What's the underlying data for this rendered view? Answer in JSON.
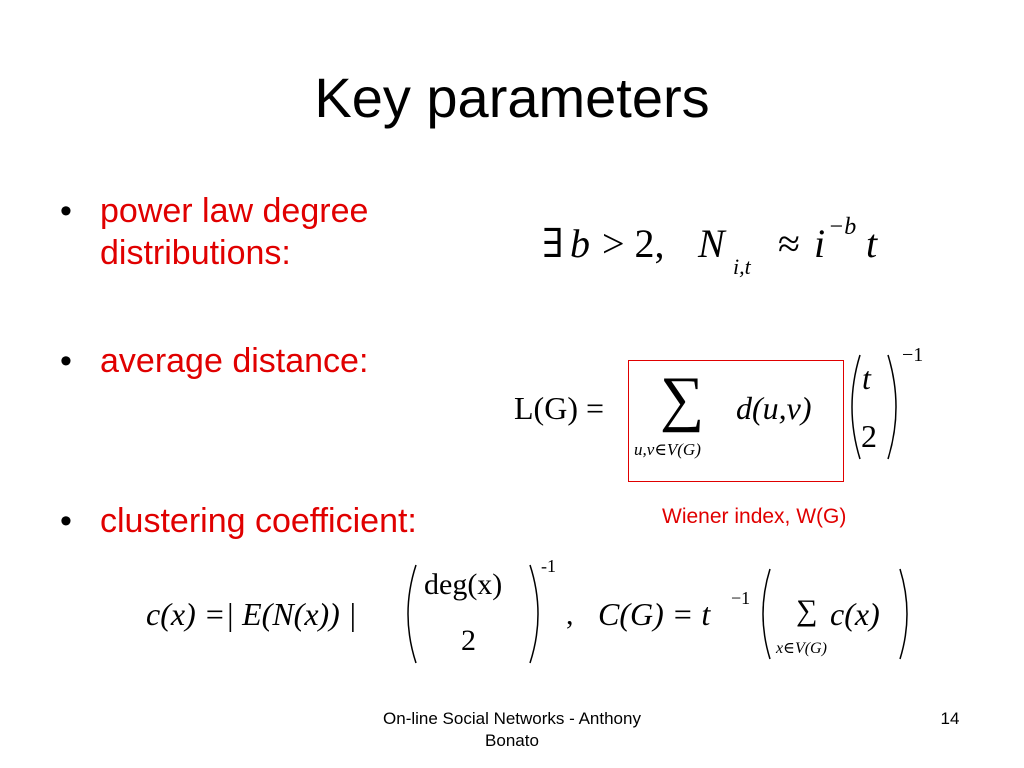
{
  "slide": {
    "title": "Key parameters",
    "bullet_glyph": "•",
    "bullets": [
      {
        "line1": "power law degree",
        "line2": "distributions:"
      },
      {
        "text": "average distance:"
      },
      {
        "text": "clustering coefficient:"
      }
    ],
    "formula_power_law": {
      "exists": "∃",
      "b": "b",
      "gt": "> 2,",
      "N": "N",
      "N_sub": "i,t",
      "approx": "≈",
      "i": "i",
      "exp": "−b",
      "t": "t"
    },
    "formula_distance": {
      "lhs": "L(G) =",
      "sum": "∑",
      "sum_sub": "u,v∈V(G)",
      "term": "d(u,v)",
      "binom_top": "t",
      "binom_bottom": "2",
      "exp": "−1"
    },
    "wiener_label": "Wiener index, W(G)",
    "box_color": "#e00000",
    "formula_clustering": {
      "lhs": "c(x) =| E(N(x)) |",
      "binom_top": "deg(x)",
      "binom_bottom": "2",
      "exp1": "-1",
      "comma": ",",
      "C_lhs": "C(G) = t",
      "C_exp": "−1",
      "sum": "∑",
      "sum_term": "c(x)",
      "sum_sub": "x∈V(G)"
    },
    "footer": {
      "line1": "On-line Social Networks - Anthony",
      "line2": "Bonato",
      "page_number": "14"
    }
  }
}
